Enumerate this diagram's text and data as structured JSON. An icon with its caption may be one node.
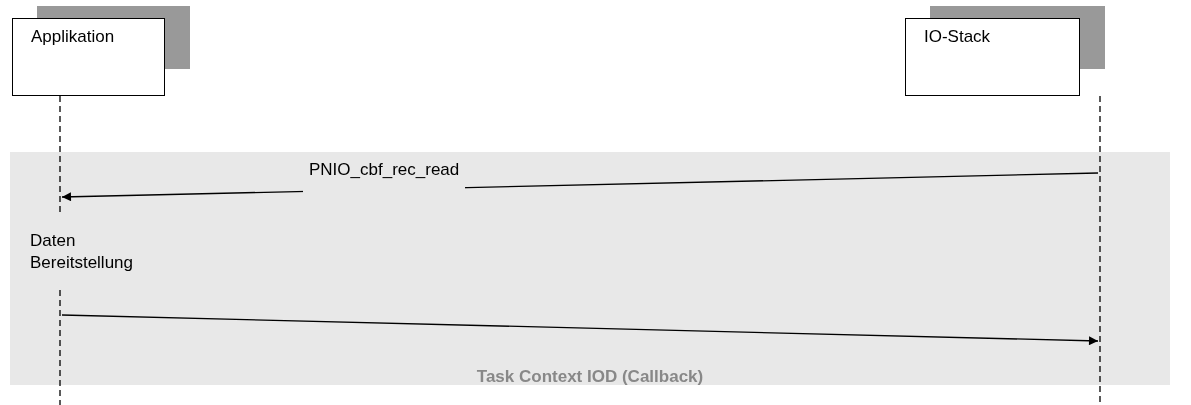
{
  "diagram": {
    "nodes": [
      {
        "text": [
          "Applikation"
        ]
      },
      {
        "text": [
          "IO-Stack"
        ]
      },
      {
        "text": [
          "Task Context IOD (Callback)"
        ]
      },
      {
        "text": [
          "Daten Bereitstellung"
        ],
        "in": 2
      },
      {
        "text": [],
        "shape": "line"
      },
      {
        "text": [],
        "shape": "line"
      },
      {
        "text": [],
        "shape": "line"
      }
    ],
    "edges": [
      {
        "from": 6,
        "to": 4,
        "arrow": "to",
        "label": "PNIO_cbf_rec_read"
      },
      {
        "from": 5,
        "to": 6,
        "arrow": "to"
      }
    ]
  }
}
